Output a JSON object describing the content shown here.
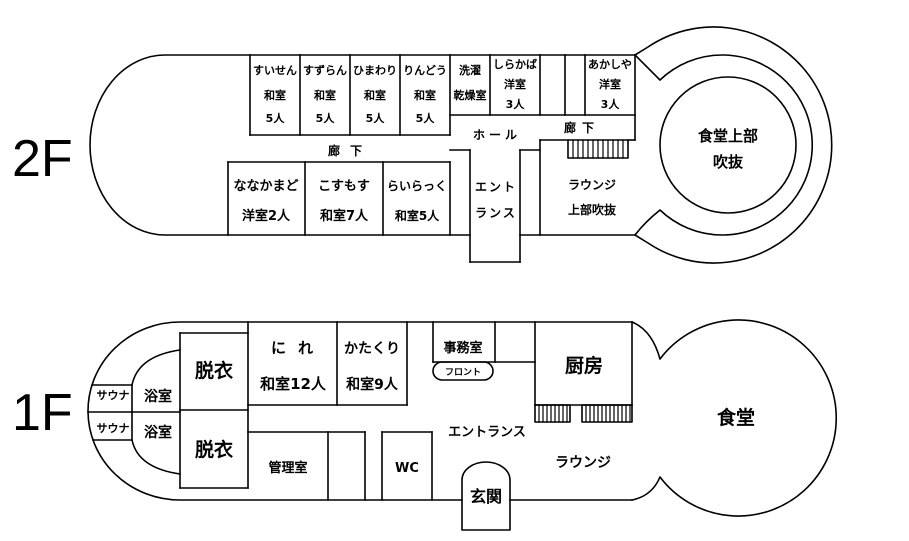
{
  "colors": {
    "line": "#000000",
    "background": "#ffffff"
  },
  "floor2": {
    "label": "2F",
    "rooms_top": [
      {
        "name": "すいせん",
        "type": "和室",
        "capacity": "5人"
      },
      {
        "name": "すずらん",
        "type": "和室",
        "capacity": "5人"
      },
      {
        "name": "ひまわり",
        "type": "和室",
        "capacity": "5人"
      },
      {
        "name": "りんどう",
        "type": "和室",
        "capacity": "5人"
      }
    ],
    "laundry": {
      "line1": "洗濯",
      "line2": "乾燥室"
    },
    "western_rooms": [
      {
        "name": "しらかば",
        "type": "洋室",
        "capacity": "3人"
      },
      {
        "name": "あかしや",
        "type": "洋室",
        "capacity": "3人"
      }
    ],
    "corridor_left": "廊下",
    "hall": "ホール",
    "corridor_right": "廊下",
    "rooms_bottom": [
      {
        "name": "ななかまど",
        "info": "洋室2人"
      },
      {
        "name": "こすもす",
        "info": "和室7人"
      },
      {
        "name": "らいらっく",
        "info": "和室5人"
      }
    ],
    "entrance": {
      "line1": "エント",
      "line2": "ランス"
    },
    "lounge_void": {
      "line1": "ラウンジ",
      "line2": "上部吹抜"
    },
    "dining_void": {
      "line1": "食堂上部",
      "line2": "吹抜"
    }
  },
  "floor1": {
    "label": "1F",
    "sauna": [
      "サウナ",
      "サウナ"
    ],
    "bath": [
      "浴室",
      "浴室"
    ],
    "changing": [
      "脱衣",
      "脱衣"
    ],
    "rooms": [
      {
        "name": "にれ",
        "info": "和室12人"
      },
      {
        "name": "かたくり",
        "info": "和室9人"
      }
    ],
    "office": "事務室",
    "front": "フロント",
    "kitchen": "厨房",
    "entrance": "エントランス",
    "management": "管理室",
    "wc": "WC",
    "genkan": "玄関",
    "lounge": "ラウンジ",
    "dining": "食堂"
  }
}
